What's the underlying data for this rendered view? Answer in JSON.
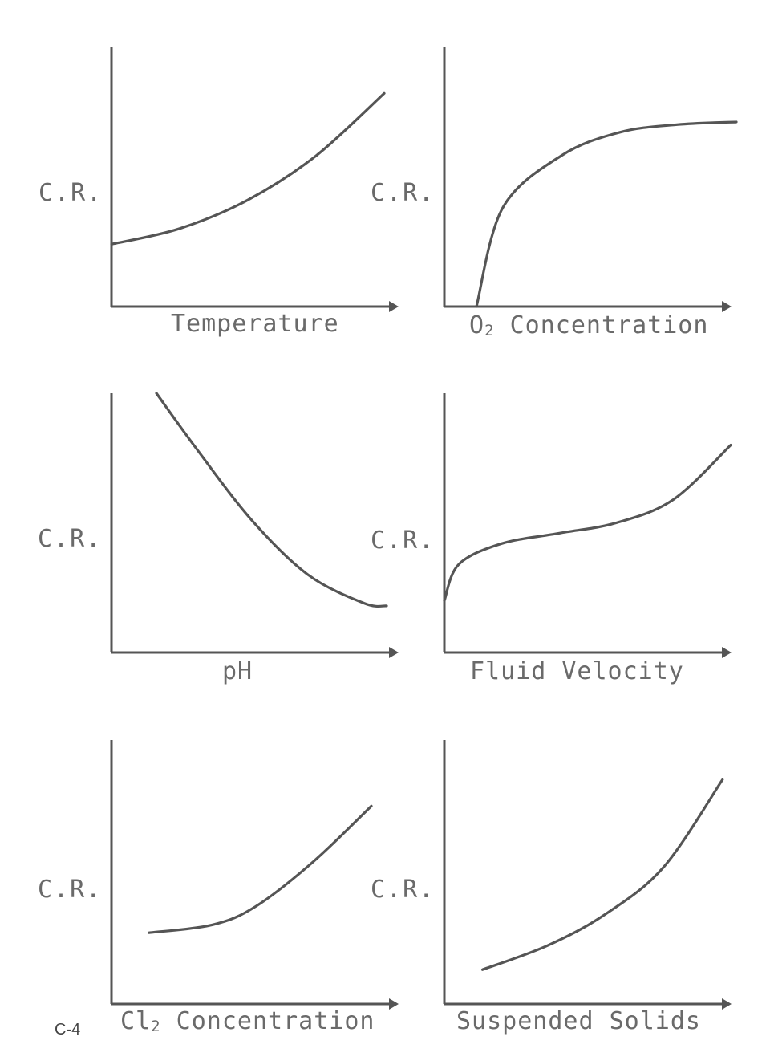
{
  "page_number": "C-4",
  "chart_data": [
    {
      "type": "line",
      "ylabel": "C.R.",
      "xlabel": {
        "prefix": "",
        "main": "Temperature",
        "sub": ""
      },
      "x": [
        0,
        0.25,
        0.5,
        0.75,
        1.0
      ],
      "y": [
        0.24,
        0.3,
        0.41,
        0.58,
        0.82
      ]
    },
    {
      "type": "line",
      "ylabel": "C.R.",
      "xlabel": {
        "prefix": "O",
        "sub": "2",
        "main": " Concentration"
      },
      "x": [
        0.11,
        0.2,
        0.4,
        0.6,
        0.8,
        1.0
      ],
      "y": [
        0,
        0.38,
        0.58,
        0.67,
        0.7,
        0.71
      ]
    },
    {
      "type": "line",
      "ylabel": "C.R.",
      "xlabel": {
        "prefix": "",
        "main": "pH",
        "sub": ""
      },
      "x": [
        0.16,
        0.3,
        0.5,
        0.7,
        0.9,
        0.98
      ],
      "y": [
        1.0,
        0.79,
        0.51,
        0.3,
        0.19,
        0.18
      ]
    },
    {
      "type": "line",
      "ylabel": "C.R.",
      "xlabel": {
        "prefix": "",
        "main": "Fluid Velocity",
        "sub": ""
      },
      "x": [
        0.0,
        0.05,
        0.2,
        0.4,
        0.6,
        0.8,
        1.0
      ],
      "y": [
        0.2,
        0.34,
        0.42,
        0.46,
        0.5,
        0.59,
        0.8
      ]
    },
    {
      "type": "line",
      "ylabel": "C.R.",
      "xlabel": {
        "prefix": "Cl",
        "sub": "2",
        "main": " Concentration"
      },
      "x": [
        0.13,
        0.35,
        0.5,
        0.7,
        0.9
      ],
      "y": [
        0.27,
        0.3,
        0.37,
        0.54,
        0.75
      ]
    },
    {
      "type": "line",
      "ylabel": "C.R.",
      "xlabel": {
        "prefix": "",
        "main": "Suspended Solids",
        "sub": ""
      },
      "x": [
        0.13,
        0.35,
        0.55,
        0.75,
        0.95
      ],
      "y": [
        0.13,
        0.22,
        0.34,
        0.52,
        0.85
      ]
    }
  ]
}
